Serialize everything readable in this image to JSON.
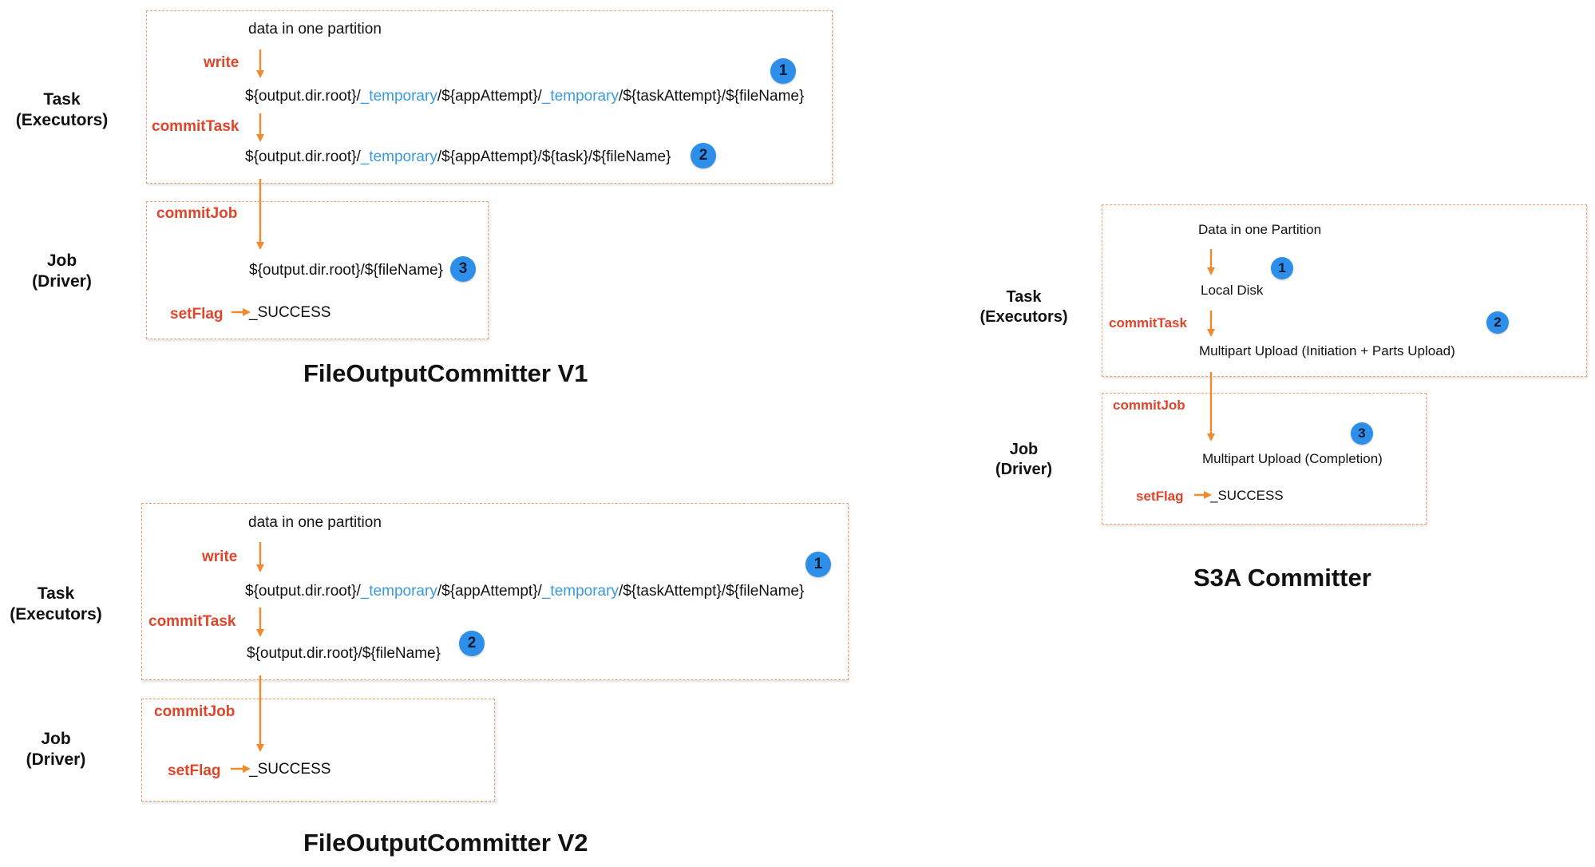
{
  "v1": {
    "title": "FileOutputCommitter V1",
    "task_label": "Task\n(Executors)",
    "job_label": "Job\n(Driver)",
    "data_label": "data in one partition",
    "write_label": "write",
    "commit_task_label": "commitTask",
    "commit_job_label": "commitJob",
    "set_flag_label": "setFlag",
    "success_label": "_SUCCESS",
    "path1": {
      "a": "${output.dir.root}/",
      "b": "_temporary",
      "c": "/${appAttempt}/",
      "d": "_temporary",
      "e": "/${taskAttempt}/${fileName}"
    },
    "path2": {
      "a": "${output.dir.root}/",
      "b": "_temporary",
      "c": "/${appAttempt}/${task}/${fileName}"
    },
    "path3": "${output.dir.root}/${fileName}",
    "badges": [
      "1",
      "2",
      "3"
    ]
  },
  "v2": {
    "title": "FileOutputCommitter V2",
    "task_label": "Task\n(Executors)",
    "job_label": "Job\n(Driver)",
    "data_label": "data in one partition",
    "write_label": "write",
    "commit_task_label": "commitTask",
    "commit_job_label": "commitJob",
    "set_flag_label": "setFlag",
    "success_label": "_SUCCESS",
    "path1": {
      "a": "${output.dir.root}/",
      "b": "_temporary",
      "c": "/${appAttempt}/",
      "d": "_temporary",
      "e": "/${taskAttempt}/${fileName}"
    },
    "path2": "${output.dir.root}/${fileName}",
    "badges": [
      "1",
      "2"
    ]
  },
  "s3a": {
    "title": "S3A Committer",
    "task_label": "Task\n(Executors)",
    "job_label": "Job\n(Driver)",
    "data_label": "Data in one Partition",
    "local_disk_label": "Local Disk",
    "commit_task_label": "commitTask",
    "multipart_init_label": "Multipart Upload (Initiation + Parts Upload)",
    "commit_job_label": "commitJob",
    "multipart_complete_label": "Multipart Upload (Completion)",
    "set_flag_label": "setFlag",
    "success_label": "_SUCCESS",
    "badges": [
      "1",
      "2",
      "3"
    ]
  },
  "colors": {
    "arrow": "#f08a2c",
    "operation": "#e0452a",
    "temporary": "#3a9ae0",
    "badge": "#2d8fea",
    "box_border": "#f0a070"
  }
}
